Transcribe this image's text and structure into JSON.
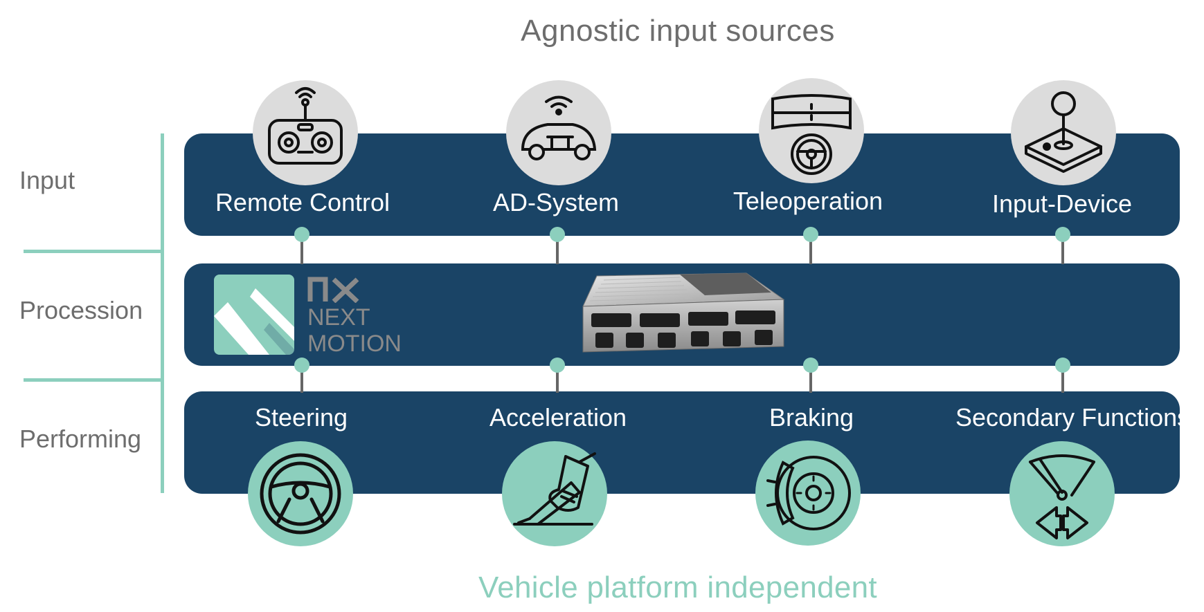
{
  "header": {
    "title": "Agnostic input sources"
  },
  "footer": {
    "text": "Vehicle platform independent"
  },
  "layers": {
    "input": "Input",
    "procession": "Procession",
    "performing": "Performing"
  },
  "inputs": [
    {
      "label": "Remote Control",
      "icon": "remote-control-icon"
    },
    {
      "label": "AD-System",
      "icon": "autonomous-car-icon"
    },
    {
      "label": "Teleoperation",
      "icon": "teleoperation-icon"
    },
    {
      "label": "Input-Device",
      "icon": "joystick-icon"
    }
  ],
  "processor": {
    "brand_lines": [
      "NEXT",
      "MOTION"
    ],
    "logo_mark": "nx",
    "device": "control-unit-image"
  },
  "outputs": [
    {
      "label": "Steering",
      "icon": "steering-wheel-icon"
    },
    {
      "label": "Acceleration",
      "icon": "pedal-icon"
    },
    {
      "label": "Braking",
      "icon": "brake-disc-icon"
    },
    {
      "label": "Secondary Functions",
      "icon": "wiper-indicator-icon"
    }
  ],
  "colors": {
    "band": "#1a4466",
    "accent": "#8ccfbd",
    "input_circle": "#dcdcdc",
    "text_gray": "#6d6d6d"
  }
}
